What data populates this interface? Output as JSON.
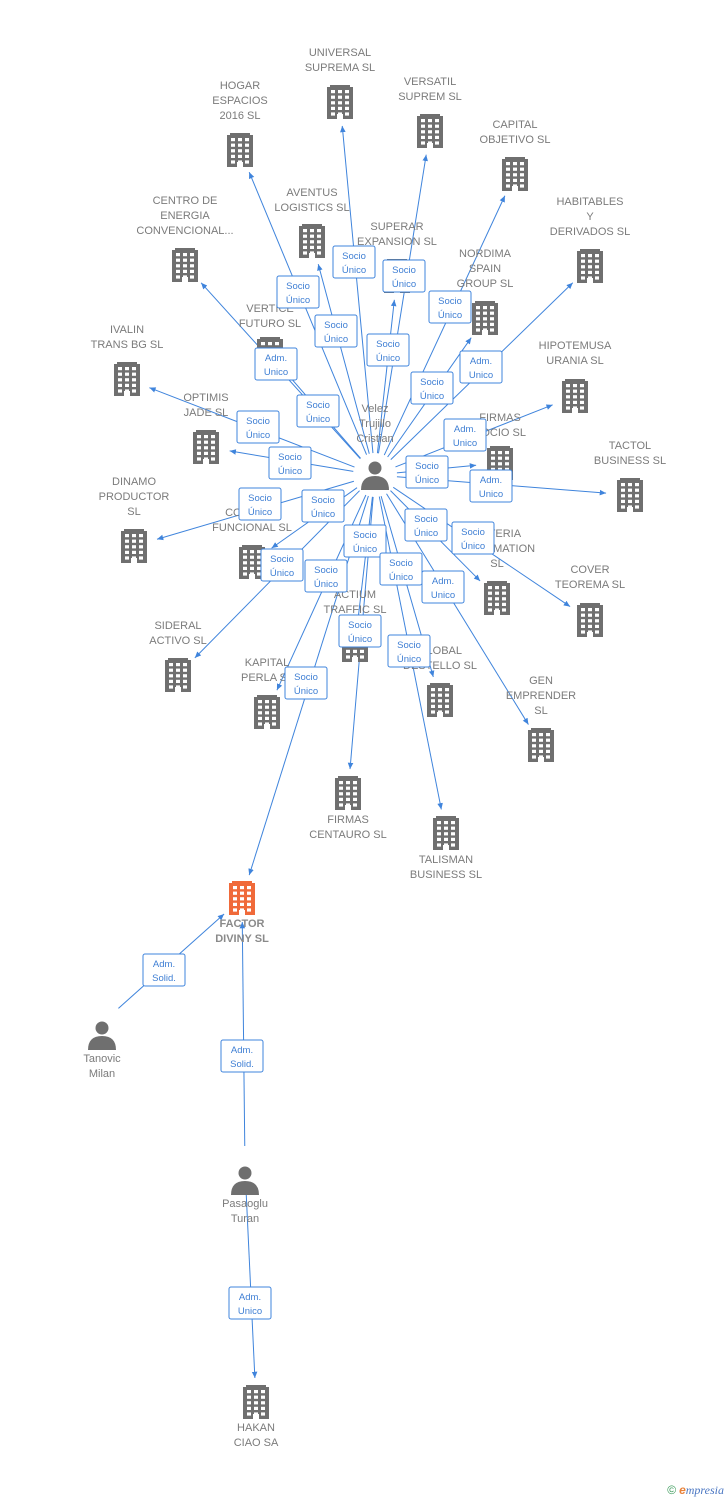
{
  "colors": {
    "edge": "#3f84dc",
    "building": "#6f6f6f",
    "highlight": "#f06a3a",
    "person": "#6f6f6f"
  },
  "nodes": [
    {
      "id": "universal",
      "type": "company",
      "lines": [
        "UNIVERSAL",
        "SUPREMA  SL"
      ]
    },
    {
      "id": "hogar",
      "type": "company",
      "lines": [
        "HOGAR",
        "ESPACIOS",
        "2016  SL"
      ]
    },
    {
      "id": "versatil",
      "type": "company",
      "lines": [
        "VERSATIL",
        "SUPREM  SL"
      ]
    },
    {
      "id": "capital",
      "type": "company",
      "lines": [
        "CAPITAL",
        "OBJETIVO  SL"
      ]
    },
    {
      "id": "aventus",
      "type": "company",
      "lines": [
        "AVENTUS",
        "LOGISTICS  SL"
      ]
    },
    {
      "id": "centro",
      "type": "company",
      "lines": [
        "CENTRO DE",
        "ENERGIA",
        "CONVENCIONAL..."
      ]
    },
    {
      "id": "superar",
      "type": "company",
      "lines": [
        "SUPERAR",
        "EXPANSION  SL"
      ]
    },
    {
      "id": "habitables",
      "type": "company",
      "lines": [
        "HABITABLES",
        "Y",
        "DERIVADOS  SL"
      ]
    },
    {
      "id": "nordima",
      "type": "company",
      "lines": [
        "NORDIMA",
        "SPAIN",
        "GROUP  SL"
      ]
    },
    {
      "id": "vertice",
      "type": "company",
      "lines": [
        "VERTICE",
        "FUTURO  SL"
      ]
    },
    {
      "id": "ivalin",
      "type": "company",
      "lines": [
        "IVALIN",
        "TRANS BG  SL"
      ]
    },
    {
      "id": "hipotemusa",
      "type": "company",
      "lines": [
        "HIPOTEMUSA",
        "URANIA  SL"
      ]
    },
    {
      "id": "optimis",
      "type": "company",
      "lines": [
        "OPTIMIS",
        "JADE  SL"
      ]
    },
    {
      "id": "firmasocio",
      "type": "company",
      "lines": [
        "FIRMAS",
        "SOCIO  SL"
      ]
    },
    {
      "id": "tactol",
      "type": "company",
      "lines": [
        "TACTOL",
        "BUSINESS  SL"
      ]
    },
    {
      "id": "dinamo",
      "type": "company",
      "lines": [
        "DINAMO",
        "PRODUCTOR",
        "SL"
      ]
    },
    {
      "id": "control",
      "type": "company",
      "lines": [
        "CONTROL",
        "FUNCIONAL  SL"
      ]
    },
    {
      "id": "materia",
      "type": "company",
      "lines": [
        "MATERIA",
        "INFORMATION",
        "SL"
      ]
    },
    {
      "id": "cover",
      "type": "company",
      "lines": [
        "COVER",
        "TEOREMA  SL"
      ]
    },
    {
      "id": "sideral",
      "type": "company",
      "lines": [
        "SIDERAL",
        "ACTIVO  SL"
      ]
    },
    {
      "id": "actium",
      "type": "company",
      "lines": [
        "ACTIUM",
        "TRAFFIC  SL"
      ]
    },
    {
      "id": "global",
      "type": "company",
      "lines": [
        "GLOBAL",
        "DESTELLO  SL"
      ]
    },
    {
      "id": "kapital",
      "type": "company",
      "lines": [
        "KAPITAL",
        "PERLA  SL"
      ]
    },
    {
      "id": "gen",
      "type": "company",
      "lines": [
        "GEN",
        "EMPRENDER",
        "SL"
      ]
    },
    {
      "id": "firmascentauro",
      "type": "company",
      "lines": [
        "FIRMAS",
        "CENTAURO  SL"
      ]
    },
    {
      "id": "talisman",
      "type": "company",
      "lines": [
        "TALISMAN",
        "BUSINESS  SL"
      ]
    },
    {
      "id": "factor",
      "type": "company",
      "highlight": true,
      "lines": [
        "FACTOR",
        "DIVINY  SL"
      ]
    },
    {
      "id": "hakan",
      "type": "company",
      "lines": [
        "HAKAN",
        "CIAO SA"
      ]
    },
    {
      "id": "velez",
      "type": "person",
      "lines": [
        "Velez",
        "Trujillo",
        "Cristian"
      ]
    },
    {
      "id": "tanovic",
      "type": "person",
      "lines": [
        "Tanovic",
        "Milan"
      ]
    },
    {
      "id": "pasaoglu",
      "type": "person",
      "lines": [
        "Pasaoglu",
        "Turan"
      ]
    }
  ],
  "edges": [
    {
      "from": "velez",
      "to": "universal",
      "role": [
        "Socio",
        "Único"
      ]
    },
    {
      "from": "velez",
      "to": "hogar",
      "role": [
        "Socio",
        "Único"
      ]
    },
    {
      "from": "velez",
      "to": "versatil",
      "role": [
        "Socio",
        "Único"
      ]
    },
    {
      "from": "velez",
      "to": "capital",
      "role": [
        "Socio",
        "Único"
      ]
    },
    {
      "from": "velez",
      "to": "aventus",
      "role": [
        "Socio",
        "Único"
      ]
    },
    {
      "from": "velez",
      "to": "centro",
      "role": [
        "Adm.",
        "Unico"
      ]
    },
    {
      "from": "velez",
      "to": "superar",
      "role": [
        "Socio",
        "Único"
      ]
    },
    {
      "from": "velez",
      "to": "habitables",
      "role": [
        "Adm.",
        "Unico"
      ]
    },
    {
      "from": "velez",
      "to": "nordima",
      "role": [
        "Socio",
        "Único"
      ]
    },
    {
      "from": "velez",
      "to": "vertice",
      "role": [
        "Socio",
        "Único"
      ]
    },
    {
      "from": "velez",
      "to": "ivalin",
      "role": [
        "Socio",
        "Único"
      ]
    },
    {
      "from": "velez",
      "to": "hipotemusa",
      "role": [
        "Adm.",
        "Unico"
      ]
    },
    {
      "from": "velez",
      "to": "optimis",
      "role": [
        "Socio",
        "Único"
      ]
    },
    {
      "from": "velez",
      "to": "firmasocio",
      "role": [
        "Socio",
        "Único"
      ]
    },
    {
      "from": "velez",
      "to": "tactol",
      "role": [
        "Adm.",
        "Unico"
      ]
    },
    {
      "from": "velez",
      "to": "dinamo",
      "role": [
        "Socio",
        "Único"
      ]
    },
    {
      "from": "velez",
      "to": "control",
      "role": [
        "Socio",
        "Único"
      ]
    },
    {
      "from": "velez",
      "to": "materia",
      "role": [
        "Socio",
        "Único"
      ]
    },
    {
      "from": "velez",
      "to": "cover",
      "role": [
        "Socio",
        "Único"
      ]
    },
    {
      "from": "velez",
      "to": "sideral",
      "role": [
        "Socio",
        "Único"
      ]
    },
    {
      "from": "velez",
      "to": "actium",
      "role": [
        "Socio",
        "Único"
      ]
    },
    {
      "from": "velez",
      "to": "global",
      "role": [
        "Socio",
        "Único"
      ]
    },
    {
      "from": "velez",
      "to": "kapital",
      "role": [
        "Socio",
        "Único"
      ]
    },
    {
      "from": "velez",
      "to": "gen",
      "role": [
        "Adm.",
        "Unico"
      ]
    },
    {
      "from": "velez",
      "to": "firmascentauro",
      "role": [
        "Socio",
        "Único"
      ]
    },
    {
      "from": "velez",
      "to": "talisman",
      "role": [
        "Socio",
        "Único"
      ]
    },
    {
      "from": "velez",
      "to": "factor",
      "role": [
        "Socio",
        "Único"
      ]
    },
    {
      "from": "tanovic",
      "to": "factor",
      "role": [
        "Adm.",
        "Solid."
      ]
    },
    {
      "from": "pasaoglu",
      "to": "factor",
      "role": [
        "Adm.",
        "Solid."
      ]
    },
    {
      "from": "pasaoglu",
      "to": "hakan",
      "role": [
        "Adm.",
        "Unico"
      ]
    }
  ],
  "footer": {
    "copyright": "©",
    "brand_e": "e",
    "brand_rest": "mpresia"
  }
}
